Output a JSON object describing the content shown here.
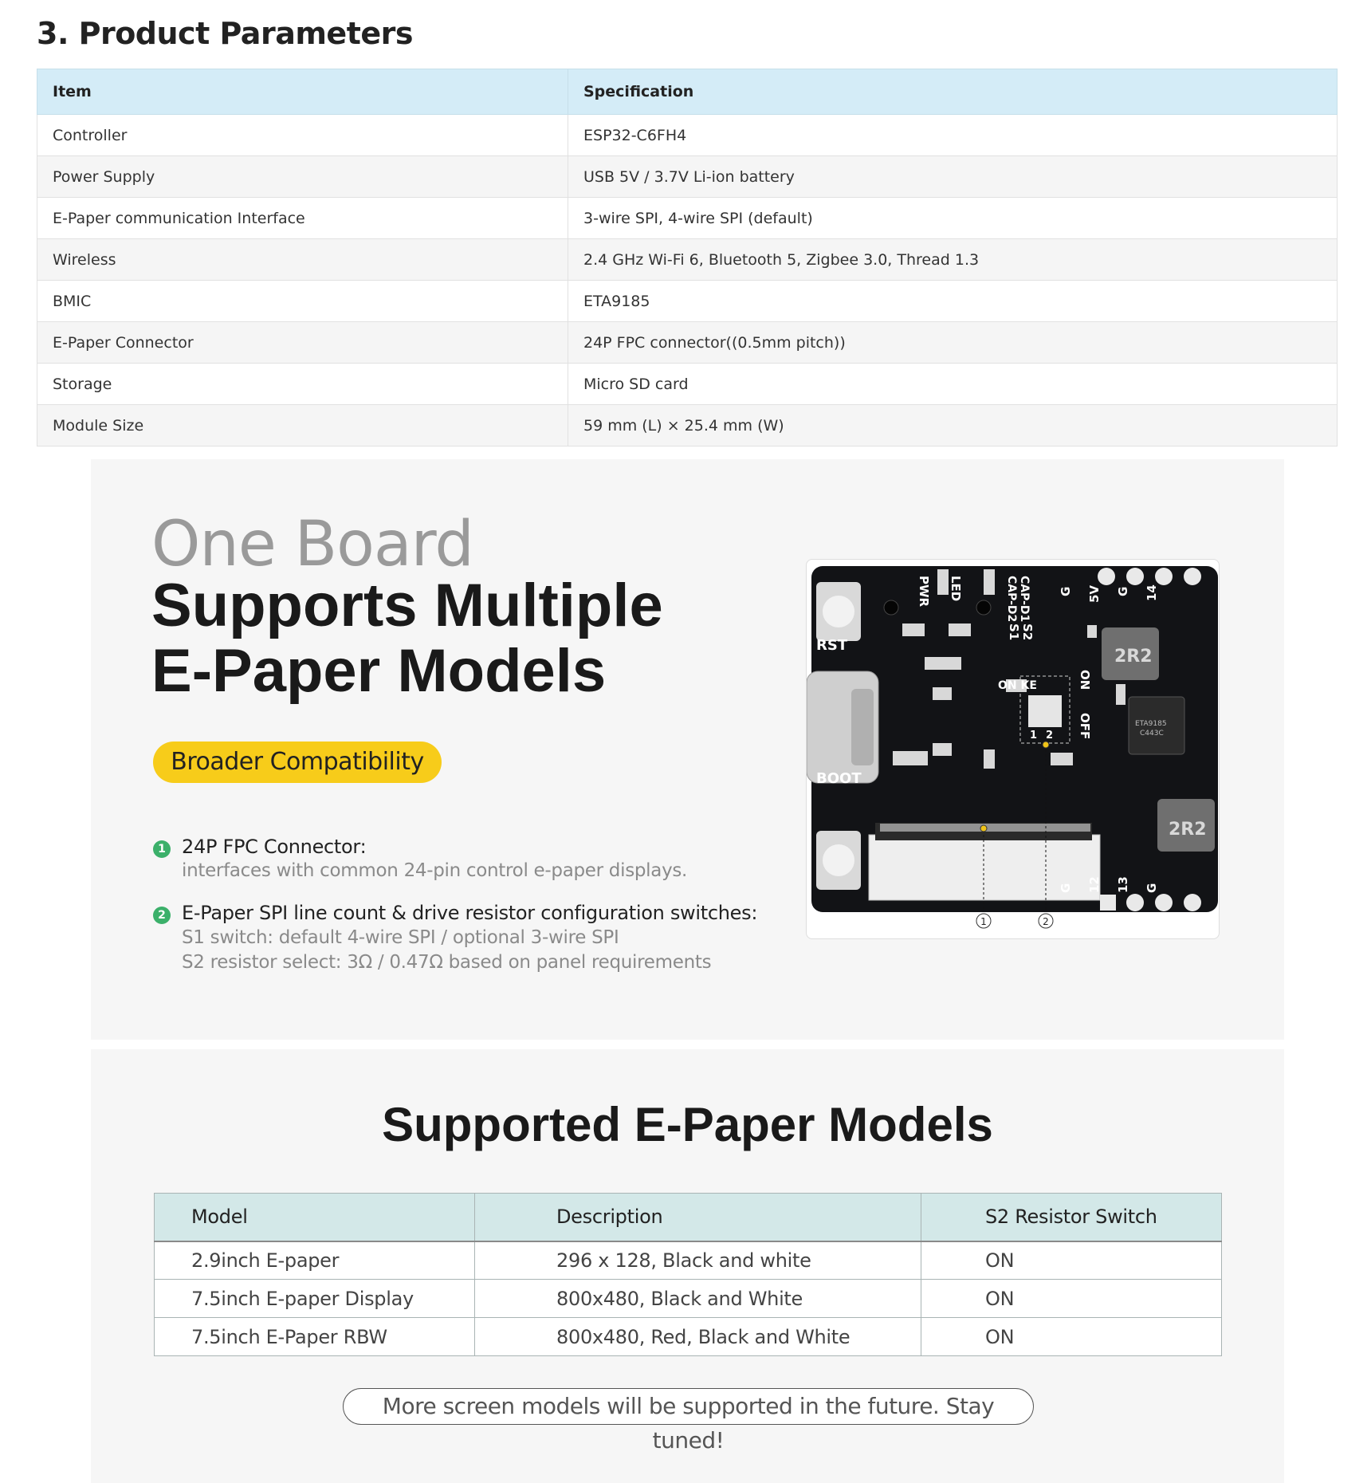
{
  "section": {
    "title": "3. Product Parameters"
  },
  "params": {
    "headers": [
      "Item",
      "Specification"
    ],
    "rows": [
      [
        "Controller",
        "ESP32-C6FH4"
      ],
      [
        "Power Supply",
        "USB 5V / 3.7V Li-ion battery"
      ],
      [
        "E-Paper communication Interface",
        "3-wire SPI, 4-wire SPI (default)"
      ],
      [
        "Wireless",
        "2.4 GHz Wi-Fi 6, Bluetooth 5, Zigbee 3.0, Thread 1.3"
      ],
      [
        "BMIC",
        "ETA9185"
      ],
      [
        "E-Paper Connector",
        "24P FPC connector((0.5mm pitch))"
      ],
      [
        "Storage",
        "Micro SD card"
      ],
      [
        "Module Size",
        "59 mm (L) × 25.4 mm (W)"
      ]
    ]
  },
  "banner1": {
    "title_light": "One Board",
    "title_bold_1": "Supports Multiple",
    "title_bold_2": "E-Paper Models",
    "pill": "Broader Compatibility",
    "accent_color": "#f7cc1a",
    "features": [
      {
        "num": "1",
        "title": "24P FPC Connector:",
        "desc": [
          "interfaces with common 24-pin control e-paper displays."
        ]
      },
      {
        "num": "2",
        "title": "E-Paper SPI line count & drive resistor configuration switches:",
        "desc": [
          "S1 switch: default 4-wire SPI / optional 3-wire SPI",
          "S2 resistor select: 3Ω / 0.47Ω based on panel requirements"
        ]
      }
    ],
    "board": {
      "labels": {
        "pwr": "PWR",
        "led": "LED",
        "capd1": "CAP-D1",
        "capd2": "CAP-D2",
        "g1": "G",
        "v5": "5V",
        "g2": "G",
        "p14": "14",
        "rst": "RST",
        "boot": "BOOT",
        "s1": "S1",
        "s2": "S2",
        "onke": "ON KE",
        "on": "ON",
        "off": "OFF",
        "dip1": "1",
        "dip2": "2",
        "ind_top": "2R2",
        "ind_bot": "2R2",
        "chip": "ETA9185",
        "chip_code": "C443C",
        "g3": "G",
        "p12": "12",
        "p13": "13",
        "g4": "G",
        "callout1": "1",
        "callout2": "2"
      }
    }
  },
  "banner2": {
    "title": "Supported E-Paper Models",
    "headers": [
      "Model",
      "Description",
      "S2 Resistor Switch"
    ],
    "rows": [
      [
        "2.9inch E-paper",
        "296 x 128, Black and white",
        "ON"
      ],
      [
        "7.5inch E-paper Display",
        "800x480, Black and White",
        "ON"
      ],
      [
        "7.5inch E-Paper RBW",
        "800x480, Red, Black and White",
        "ON"
      ]
    ],
    "note": "More screen models will be supported in the future. Stay tuned!"
  }
}
